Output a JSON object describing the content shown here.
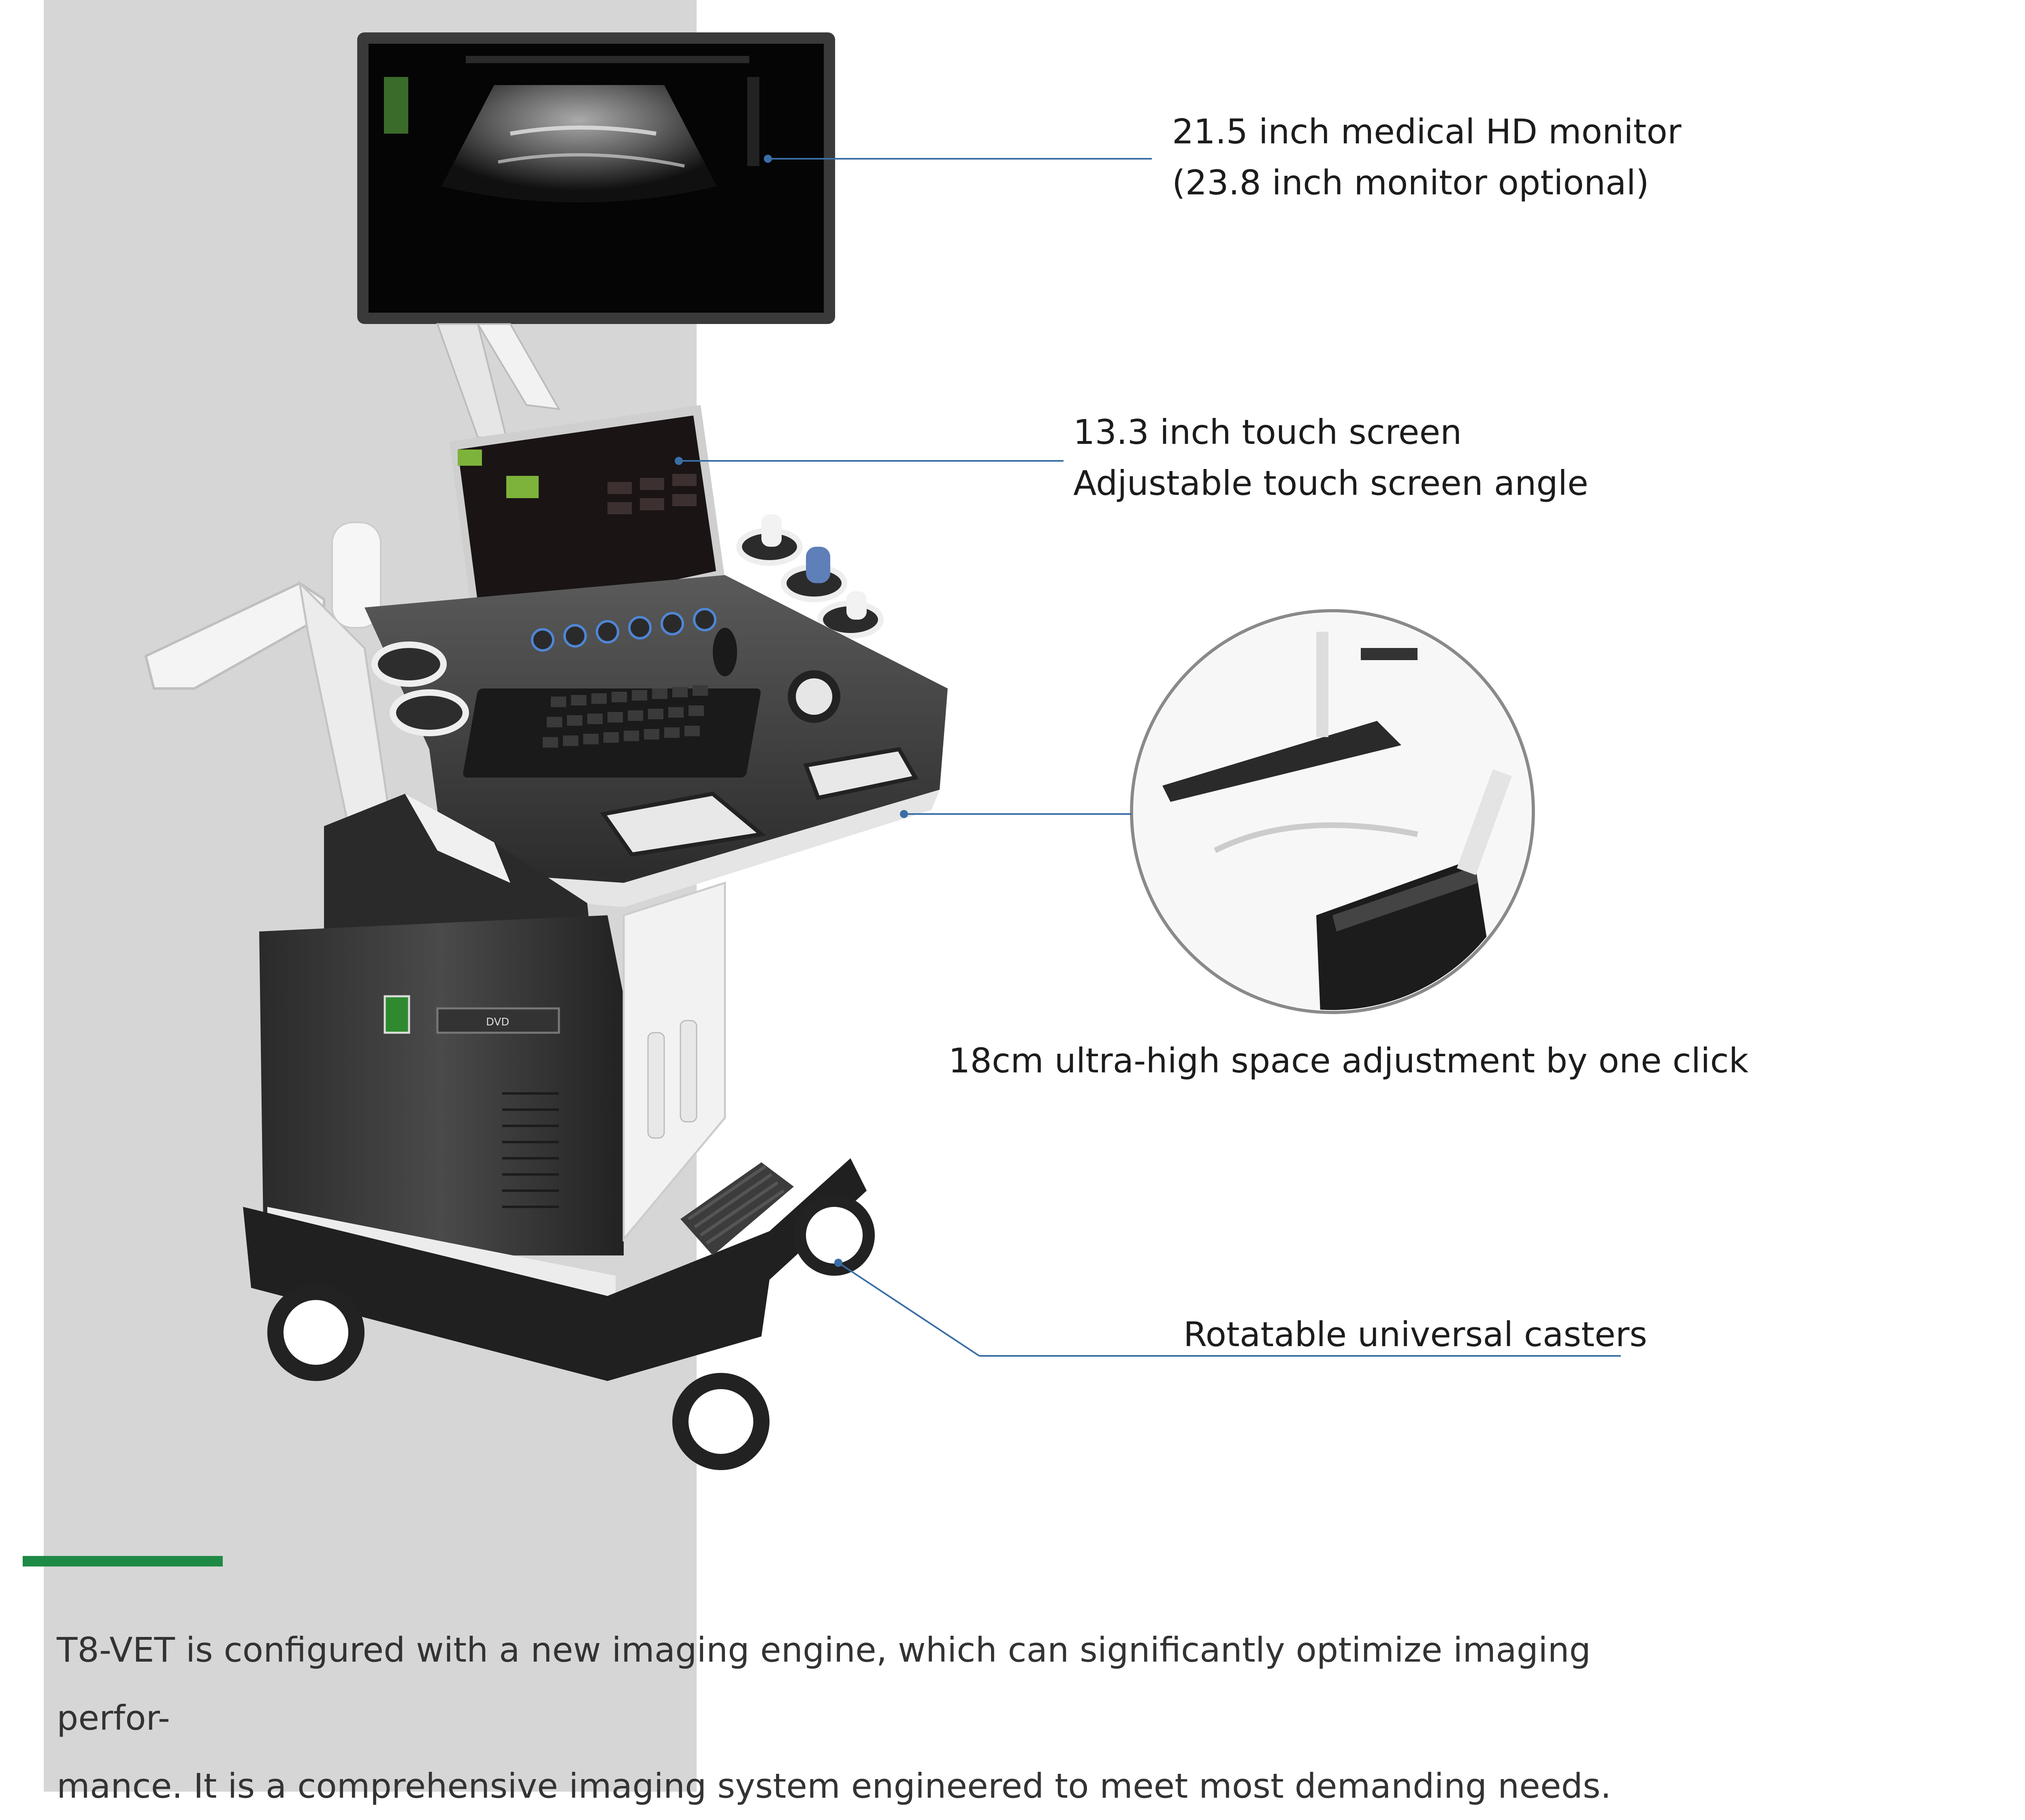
{
  "callouts": {
    "monitor": {
      "line1": "21.5 inch medical HD monitor",
      "line2": "(23.8 inch monitor optional)"
    },
    "touch_screen": {
      "line1": "13.3 inch touch screen",
      "line2": "Adjustable touch screen angle"
    },
    "height_adjust": {
      "line1": "18cm ultra-high space adjustment by one click"
    },
    "casters": {
      "line1": "Rotatable universal casters"
    }
  },
  "description": {
    "line1": "T8-VET is configured with a new imaging engine, which can significantly optimize imaging perfor-",
    "line2": "mance. It is a comprehensive imaging system engineered to meet most demanding needs."
  },
  "machine_labels": {
    "dvd": "DVD"
  },
  "colors": {
    "accent_green": "#1e8a45",
    "callout_line": "#3a6ea5",
    "panel_gray": "#d6d6d6"
  }
}
